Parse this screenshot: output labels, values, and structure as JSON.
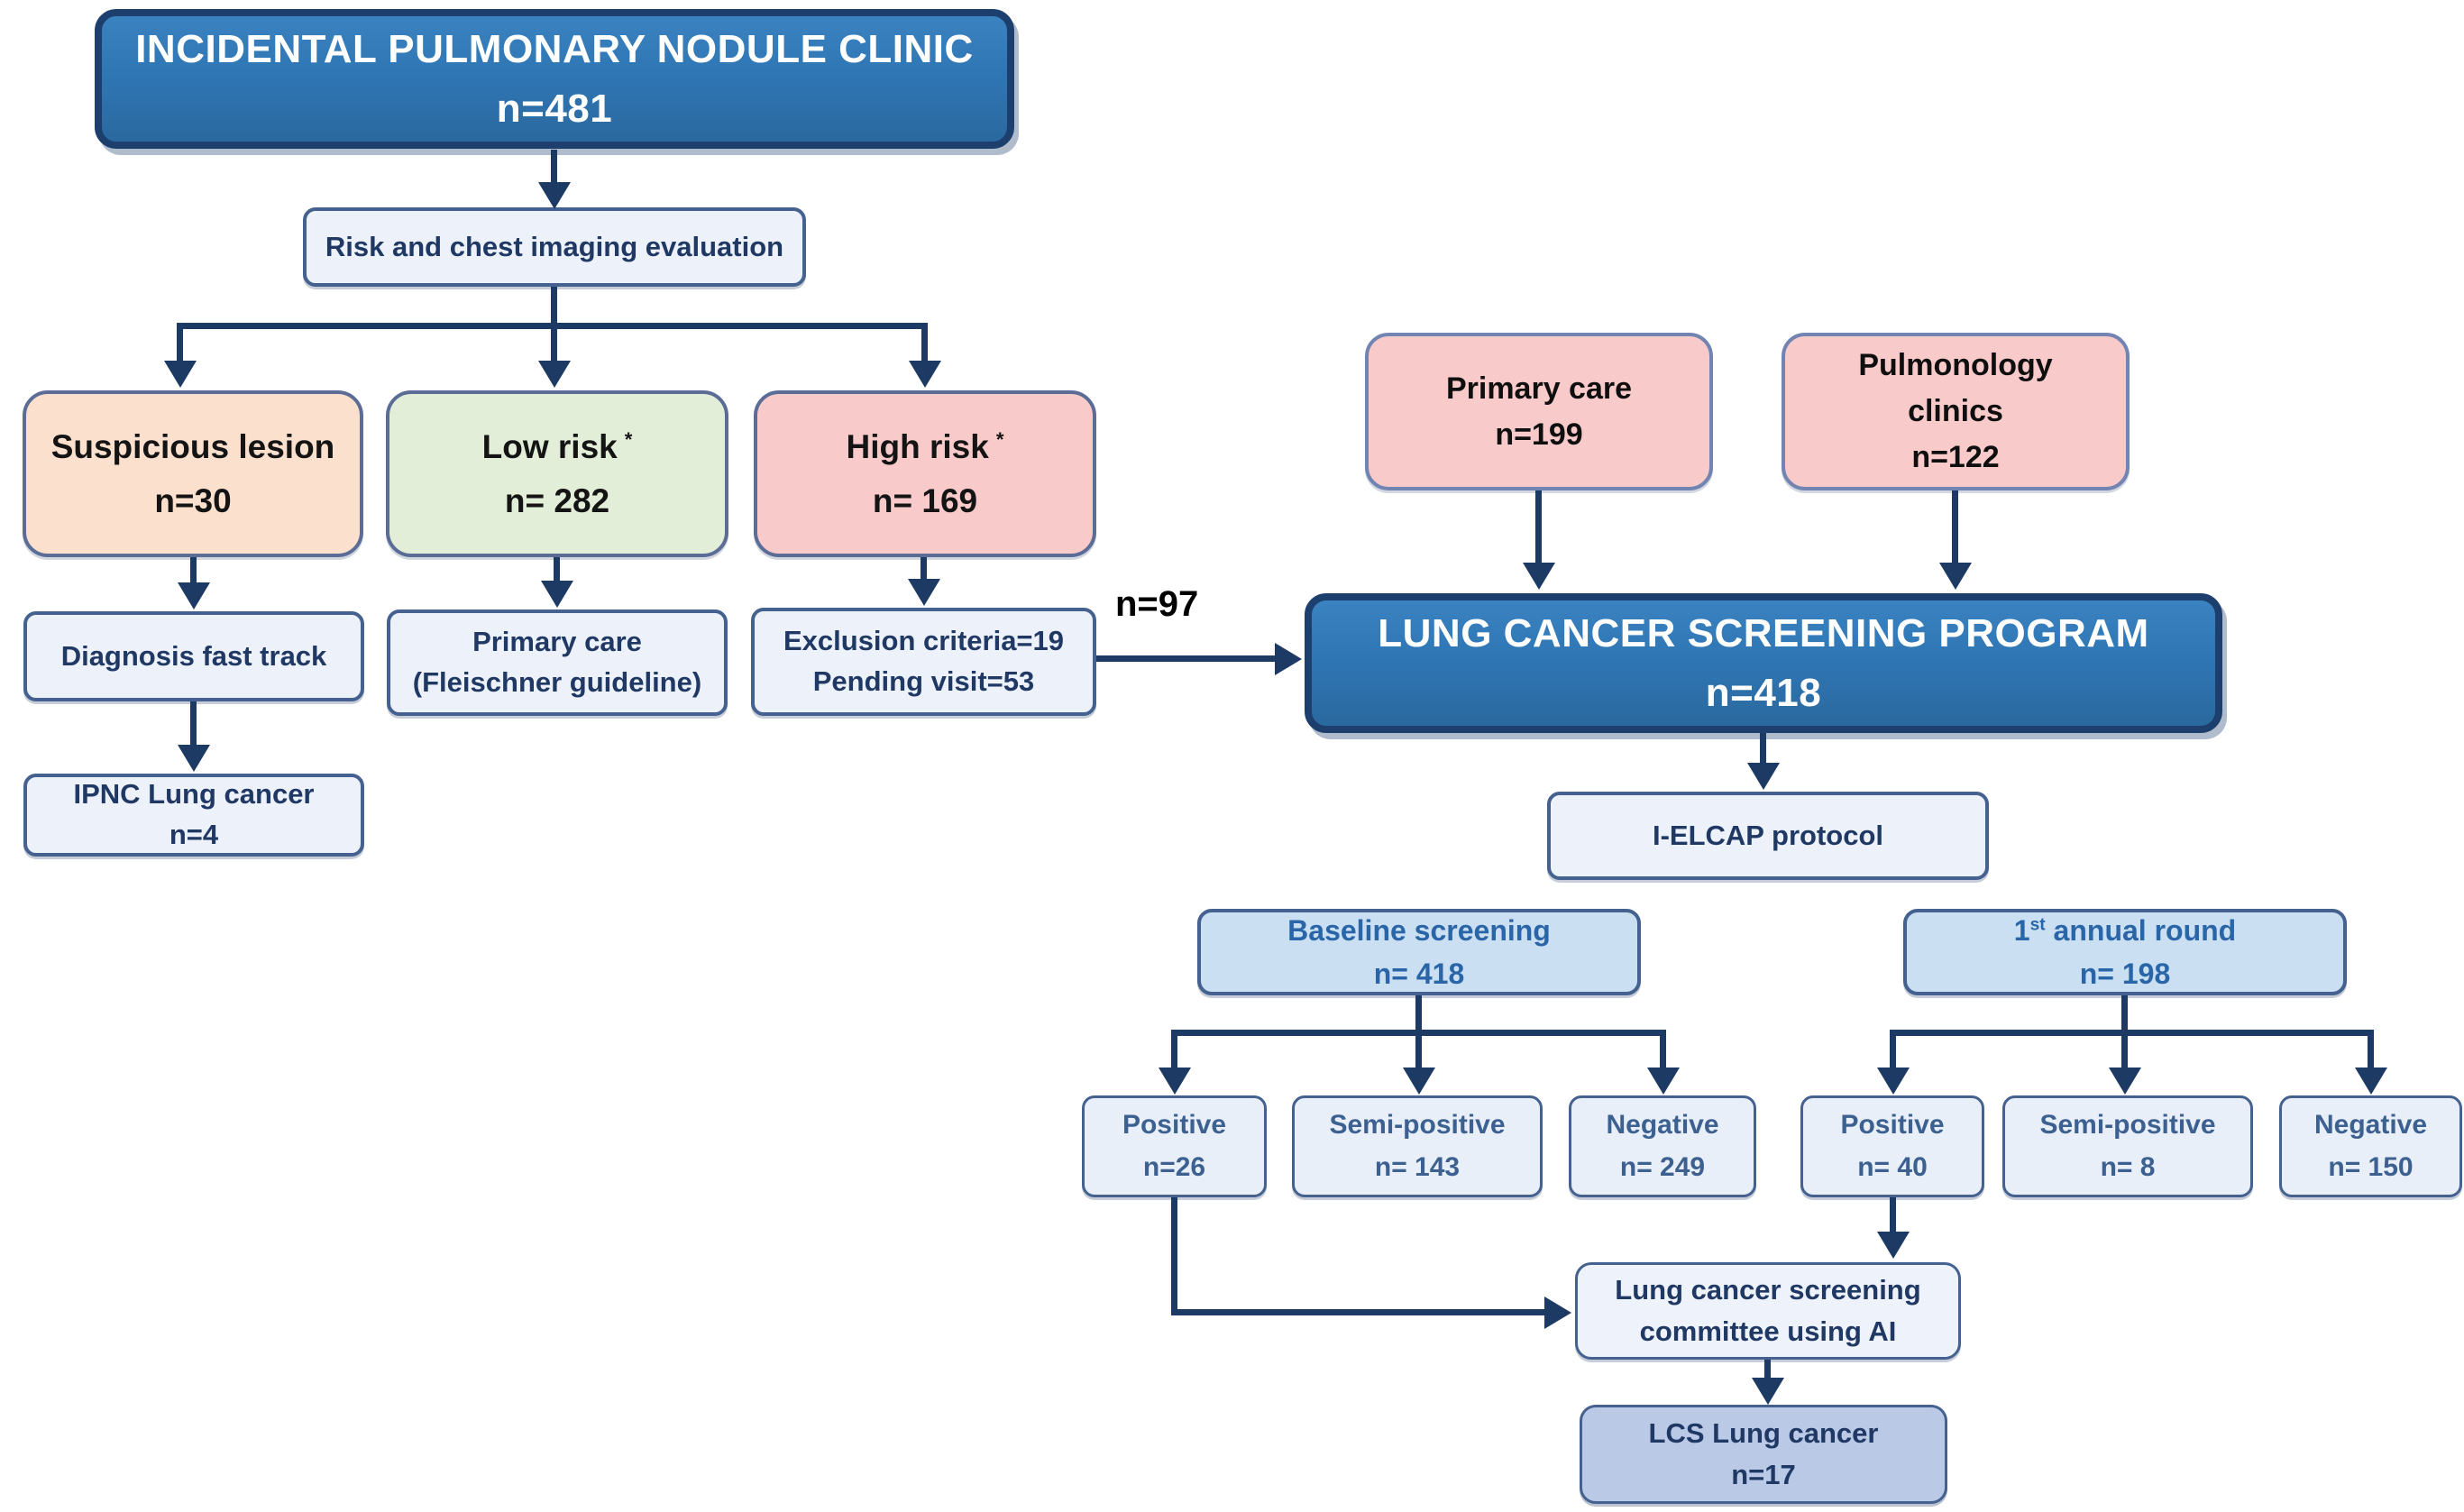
{
  "diagram": {
    "title_box": {
      "line1": "INCIDENTAL PULMONARY NODULE CLINIC",
      "line2": "n=481"
    },
    "risk_eval": {
      "label": "Risk and chest imaging evaluation"
    },
    "suspicious": {
      "title": "Suspicious lesion",
      "n": "n=30"
    },
    "low_risk": {
      "title": "Low risk",
      "marker": "*",
      "n": "n= 282"
    },
    "high_risk": {
      "title": "High risk",
      "marker": "*",
      "n": "n= 169"
    },
    "diagnosis_fast_track": {
      "label": "Diagnosis fast track"
    },
    "primary_care_fleischner": {
      "line1": "Primary care",
      "line2": "(Fleischner guideline)"
    },
    "exclusion": {
      "line1": "Exclusion criteria=19",
      "line2": "Pending visit=53"
    },
    "ipnc_lung_cancer": {
      "line1": "IPNC Lung cancer",
      "line2": "n=4"
    },
    "n97": {
      "label": "n=97"
    },
    "primary_care": {
      "line1": "Primary care",
      "line2": "n=199"
    },
    "pulmonology": {
      "line1": "Pulmonology",
      "line2": "clinics",
      "line3": "n=122"
    },
    "lcsp": {
      "line1": "LUNG CANCER SCREENING PROGRAM",
      "line2": "n=418"
    },
    "ielcap": {
      "label": "I-ELCAP protocol"
    },
    "baseline": {
      "title": "Baseline screening",
      "n": "n= 418"
    },
    "annual": {
      "num": "1",
      "sup": "st",
      "rest": " annual round",
      "n": "n= 198"
    },
    "baseline_positive": {
      "title": "Positive",
      "n": "n=26"
    },
    "baseline_semi": {
      "title": "Semi-positive",
      "n": "n= 143"
    },
    "baseline_negative": {
      "title": "Negative",
      "n": "n= 249"
    },
    "annual_positive": {
      "title": "Positive",
      "n": "n= 40"
    },
    "annual_semi": {
      "title": "Semi-positive",
      "n": "n= 8"
    },
    "annual_negative": {
      "title": "Negative",
      "n": "n= 150"
    },
    "committee": {
      "line1": "Lung cancer screening",
      "line2": "committee using AI"
    },
    "lcs_lung_cancer": {
      "line1": "LCS Lung cancer",
      "line2": "n=17"
    }
  },
  "colors": {
    "arrow": "#1c3a63",
    "dark_fill": "#2f76b5",
    "dark_border": "#1d3f6e",
    "light_fill": "#edf2fa",
    "light_border": "#44618f",
    "peach_fill": "#fbe0cd",
    "green_fill": "#e3eed9",
    "pink_fill": "#f9caca",
    "mid_fill": "#cbdff2",
    "mid_text": "#2a65a8",
    "periwinkle_fill": "#b9c9e6",
    "navy_text": "#1f3864"
  }
}
